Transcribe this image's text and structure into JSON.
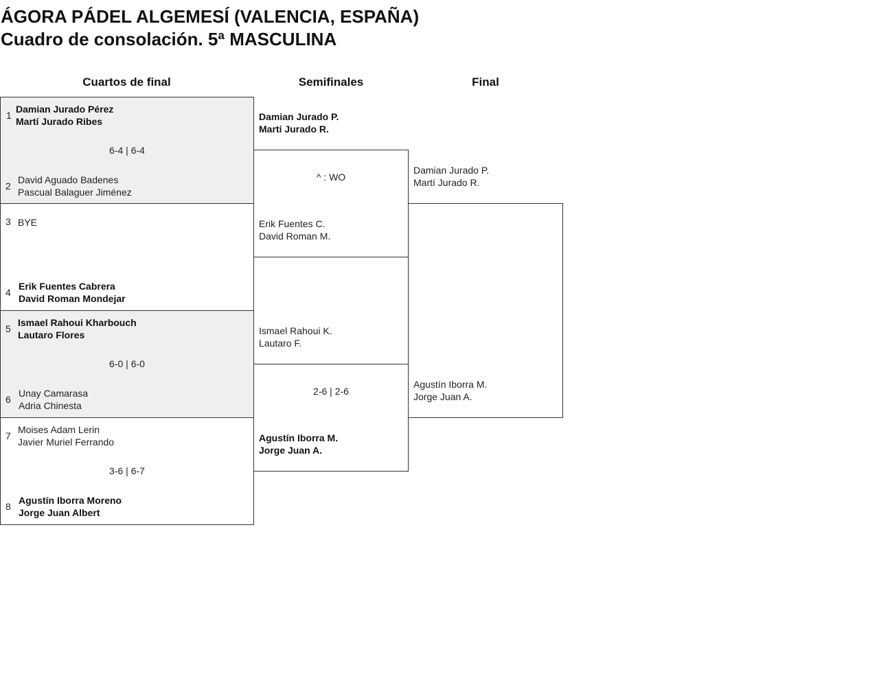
{
  "title": "ÁGORA PÁDEL ALGEMESÍ (VALENCIA, ESPAÑA)",
  "subtitle": "Cuadro de consolación. 5ª MASCULINA",
  "rounds": [
    "Cuartos de final",
    "Semifinales",
    "Final"
  ],
  "quarters": [
    {
      "seed_a": "1",
      "a1": "Damian Jurado Pérez",
      "a2": "Martí Jurado Ribes",
      "score": "6-4 | 6-4",
      "seed_b": "2",
      "b1": "David Aguado Badenes",
      "b2": "Pascual Balaguer Jiménez"
    },
    {
      "seed_a": "3",
      "a1": "BYE",
      "a2": "",
      "score": "",
      "seed_b": "4",
      "b1": "Erik Fuentes Cabrera",
      "b2": "David Roman Mondejar"
    },
    {
      "seed_a": "5",
      "a1": "Ismael Rahoui Kharbouch",
      "a2": "Lautaro Flores",
      "score": "6-0 | 6-0",
      "seed_b": "6",
      "b1": "Unay Camarasa",
      "b2": "Adria Chinesta"
    },
    {
      "seed_a": "7",
      "a1": "Moises Adam Lerin",
      "a2": "Javier Muriel Ferrando",
      "score": "3-6 | 6-7",
      "seed_b": "8",
      "b1": "Agustín Iborra Moreno",
      "b2": "Jorge Juan Albert"
    }
  ],
  "semis": [
    {
      "a1": "Damian Jurado P.",
      "a2": "Martí Jurado R.",
      "score": "^ : WO",
      "b1": "Erik Fuentes C.",
      "b2": "David Roman M."
    },
    {
      "a1": "Ismael Rahoui K.",
      "a2": "Lautaro F.",
      "score": "2-6 | 2-6",
      "b1": "Agustín Iborra M.",
      "b2": "Jorge Juan A."
    }
  ],
  "final": {
    "a1": "Damian Jurado P.",
    "a2": "Martí Jurado R.",
    "b1": "Agustín Iborra M.",
    "b2": "Jorge Juan A."
  }
}
